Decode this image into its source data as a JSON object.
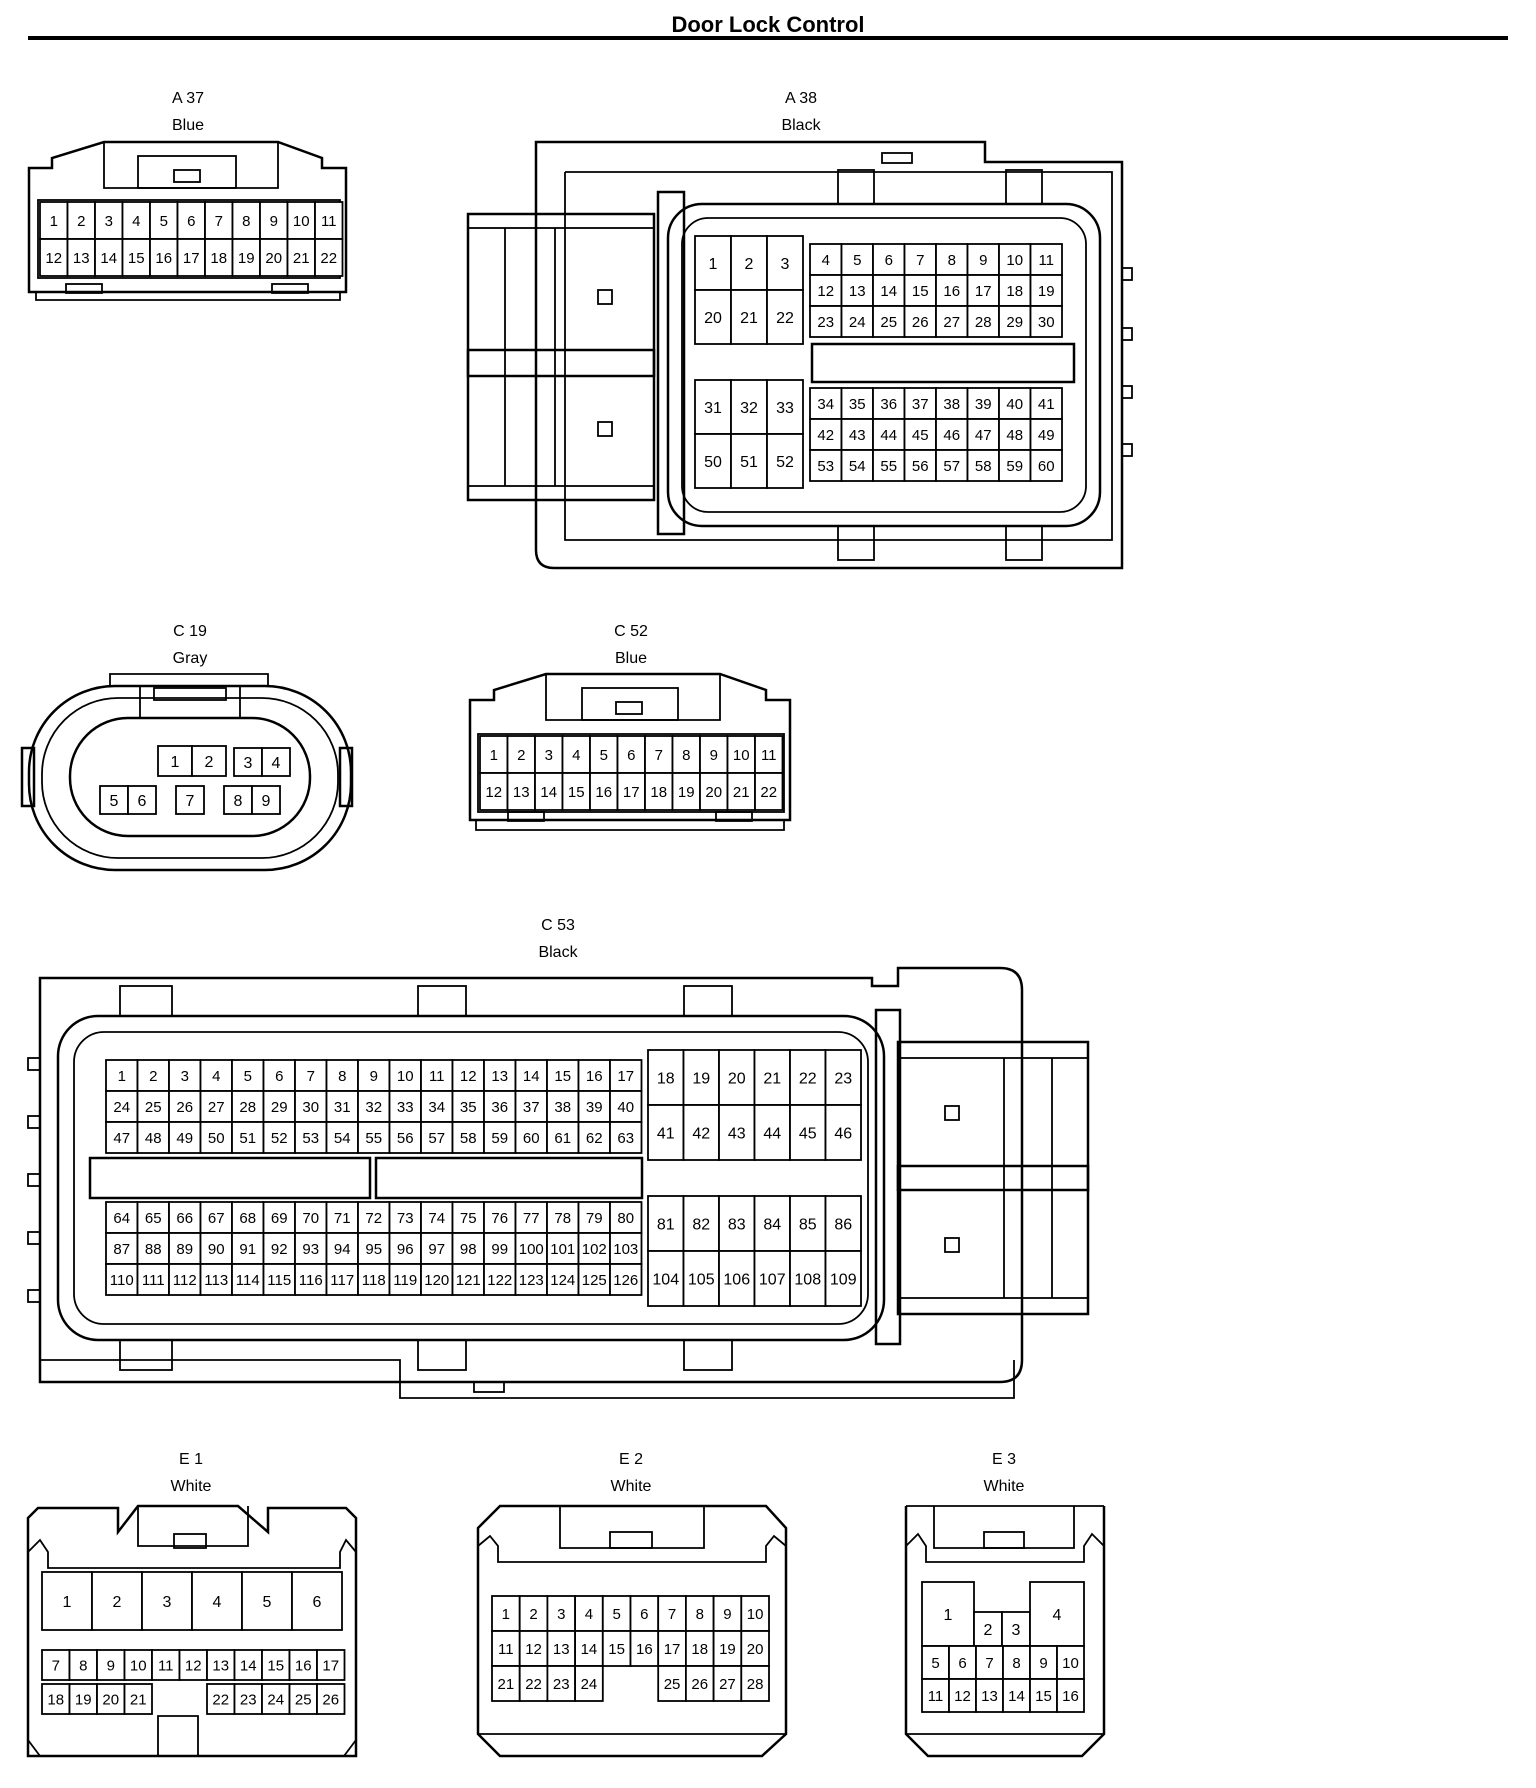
{
  "title": "Door Lock Control",
  "connectors": {
    "a37": {
      "code": "A 37",
      "color": "Blue"
    },
    "a38": {
      "code": "A 38",
      "color": "Black"
    },
    "c19": {
      "code": "C 19",
      "color": "Gray"
    },
    "c52": {
      "code": "C 52",
      "color": "Blue"
    },
    "c53": {
      "code": "C 53",
      "color": "Black"
    },
    "e1": {
      "code": "E 1",
      "color": "White"
    },
    "e2": {
      "code": "E 2",
      "color": "White"
    },
    "e3": {
      "code": "E 3",
      "color": "White"
    }
  },
  "pins": {
    "a37": [
      [
        "1",
        "2",
        "3",
        "4",
        "5",
        "6",
        "7",
        "8",
        "9",
        "10",
        "11"
      ],
      [
        "12",
        "13",
        "14",
        "15",
        "16",
        "17",
        "18",
        "19",
        "20",
        "21",
        "22"
      ]
    ],
    "a38": {
      "upper_left": [
        [
          "1",
          "2",
          "3"
        ],
        [
          "20",
          "21",
          "22"
        ]
      ],
      "upper_right": [
        [
          "4",
          "5",
          "6",
          "7",
          "8",
          "9",
          "10",
          "11"
        ],
        [
          "12",
          "13",
          "14",
          "15",
          "16",
          "17",
          "18",
          "19"
        ],
        [
          "23",
          "24",
          "25",
          "26",
          "27",
          "28",
          "29",
          "30"
        ]
      ],
      "lower_left": [
        [
          "31",
          "32",
          "33"
        ],
        [
          "50",
          "51",
          "52"
        ]
      ],
      "lower_right": [
        [
          "34",
          "35",
          "36",
          "37",
          "38",
          "39",
          "40",
          "41"
        ],
        [
          "42",
          "43",
          "44",
          "45",
          "46",
          "47",
          "48",
          "49"
        ],
        [
          "53",
          "54",
          "55",
          "56",
          "57",
          "58",
          "59",
          "60"
        ]
      ]
    },
    "c19": [
      [
        "1",
        "2"
      ],
      [
        "3",
        "4"
      ],
      [
        "5",
        "6"
      ],
      [
        "7"
      ],
      [
        "8",
        "9"
      ]
    ],
    "c52": [
      [
        "1",
        "2",
        "3",
        "4",
        "5",
        "6",
        "7",
        "8",
        "9",
        "10",
        "11"
      ],
      [
        "12",
        "13",
        "14",
        "15",
        "16",
        "17",
        "18",
        "19",
        "20",
        "21",
        "22"
      ]
    ],
    "c53": {
      "upper_left": [
        [
          "1",
          "2",
          "3",
          "4",
          "5",
          "6",
          "7",
          "8",
          "9",
          "10",
          "11",
          "12",
          "13",
          "14",
          "15",
          "16",
          "17"
        ],
        [
          "24",
          "25",
          "26",
          "27",
          "28",
          "29",
          "30",
          "31",
          "32",
          "33",
          "34",
          "35",
          "36",
          "37",
          "38",
          "39",
          "40"
        ],
        [
          "47",
          "48",
          "49",
          "50",
          "51",
          "52",
          "53",
          "54",
          "55",
          "56",
          "57",
          "58",
          "59",
          "60",
          "61",
          "62",
          "63"
        ]
      ],
      "upper_right": [
        [
          "18",
          "19",
          "20",
          "21",
          "22",
          "23"
        ],
        [
          "41",
          "42",
          "43",
          "44",
          "45",
          "46"
        ]
      ],
      "lower_left": [
        [
          "64",
          "65",
          "66",
          "67",
          "68",
          "69",
          "70",
          "71",
          "72",
          "73",
          "74",
          "75",
          "76",
          "77",
          "78",
          "79",
          "80"
        ],
        [
          "87",
          "88",
          "89",
          "90",
          "91",
          "92",
          "93",
          "94",
          "95",
          "96",
          "97",
          "98",
          "99",
          "100",
          "101",
          "102",
          "103"
        ],
        [
          "110",
          "111",
          "112",
          "113",
          "114",
          "115",
          "116",
          "117",
          "118",
          "119",
          "120",
          "121",
          "122",
          "123",
          "124",
          "125",
          "126"
        ]
      ],
      "lower_right": [
        [
          "81",
          "82",
          "83",
          "84",
          "85",
          "86"
        ],
        [
          "104",
          "105",
          "106",
          "107",
          "108",
          "109"
        ]
      ]
    },
    "e1": {
      "top": [
        "1",
        "2",
        "3",
        "4",
        "5",
        "6"
      ],
      "row2": [
        "7",
        "8",
        "9",
        "10",
        "11",
        "12",
        "13",
        "14",
        "15",
        "16",
        "17"
      ],
      "row3_left": [
        "18",
        "19",
        "20",
        "21"
      ],
      "row3_right": [
        "22",
        "23",
        "24",
        "25",
        "26"
      ]
    },
    "e2": [
      [
        "1",
        "2",
        "3",
        "4",
        "5",
        "6",
        "7",
        "8",
        "9",
        "10"
      ],
      [
        "11",
        "12",
        "13",
        "14",
        "15",
        "16",
        "17",
        "18",
        "19",
        "20"
      ],
      [
        "21",
        "22",
        "23",
        "24",
        "",
        "",
        "25",
        "26",
        "27",
        "28"
      ]
    ],
    "e3": {
      "top": [
        "1",
        "2",
        "3",
        "4"
      ],
      "row2": [
        "5",
        "6",
        "7",
        "8",
        "9",
        "10"
      ],
      "row3": [
        "11",
        "12",
        "13",
        "14",
        "15",
        "16"
      ]
    }
  }
}
